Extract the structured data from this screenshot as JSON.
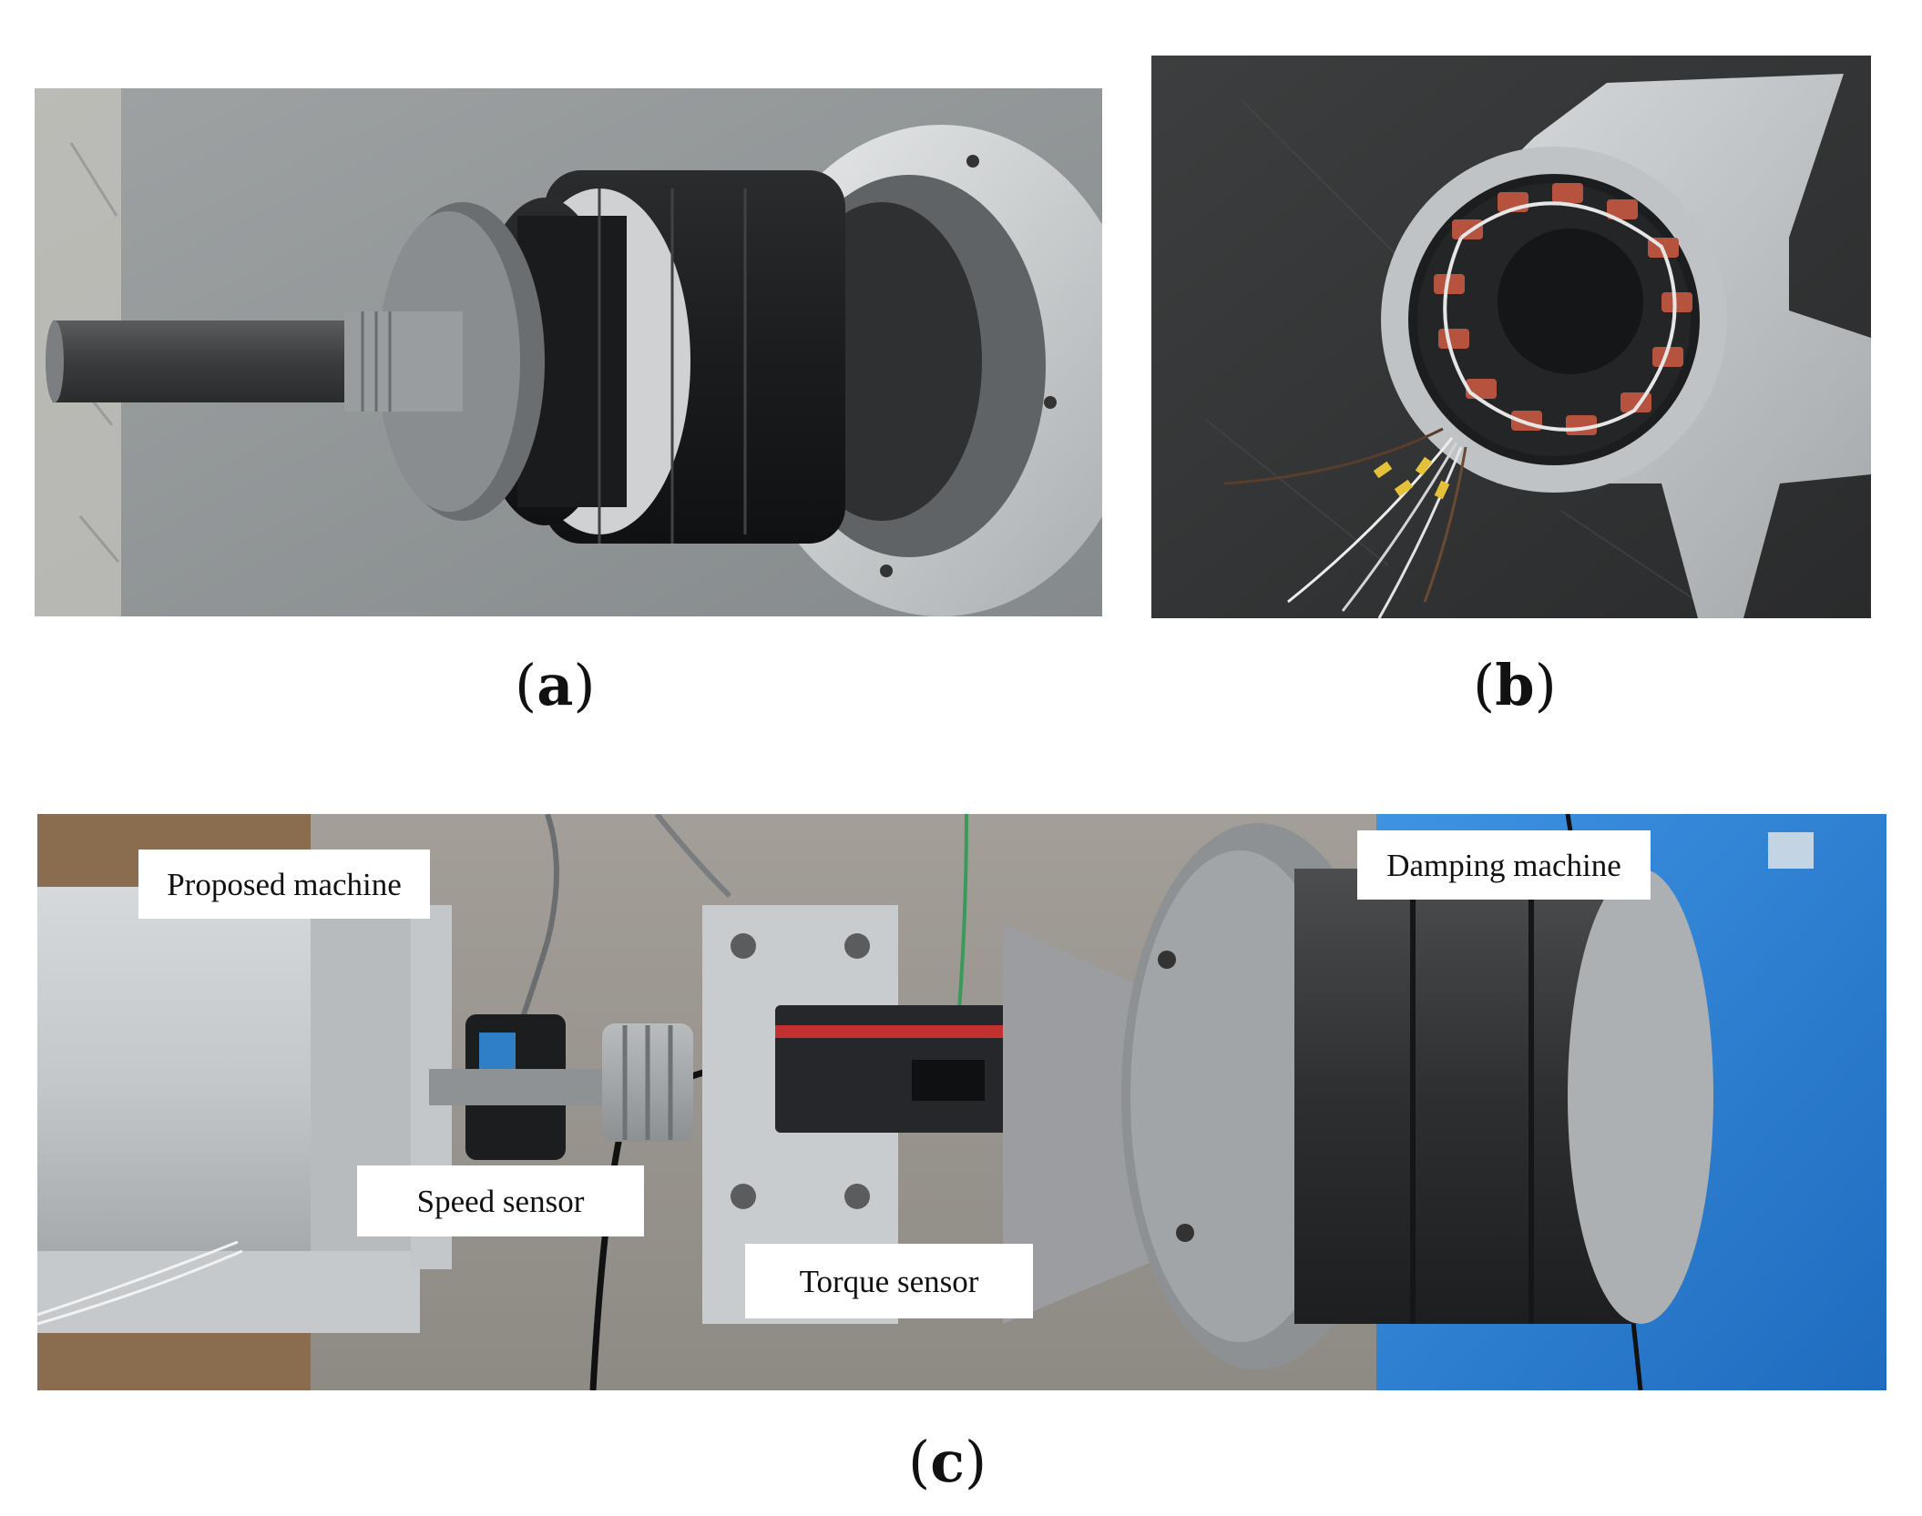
{
  "figure": {
    "panels": [
      {
        "id": "a",
        "letter": "a",
        "content": "rotor-assembly-photo"
      },
      {
        "id": "b",
        "letter": "b",
        "content": "stator-winding-photo"
      },
      {
        "id": "c",
        "letter": "c",
        "content": "test-bench-photo"
      }
    ],
    "labels": {
      "proposed_machine": "Proposed machine",
      "speed_sensor": "Speed sensor",
      "torque_sensor": "Torque sensor",
      "damping_machine": "Damping machine"
    },
    "paren_open": "(",
    "paren_close": ")"
  },
  "colors": {
    "background": "#ffffff",
    "aluminum": "#c9ccce",
    "steel_dark": "#2a2b2d",
    "damping_blue": "#2a7fd2",
    "winding_copper": "#b5533f",
    "torque_red": "#c23030"
  }
}
